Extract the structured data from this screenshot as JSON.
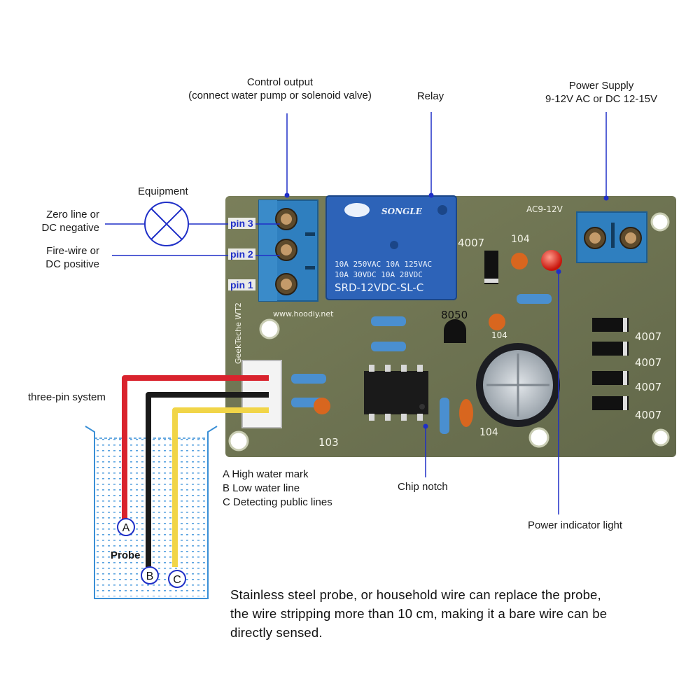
{
  "callouts": {
    "control_output_line1": "Control output",
    "control_output_line2": "(connect water pump or solenoid valve)",
    "relay": "Relay",
    "power_supply_line1": "Power Supply",
    "power_supply_line2": "9-12V AC or DC 12-15V",
    "equipment": "Equipment",
    "zero_line_1": "Zero line or",
    "zero_line_2": "DC negative",
    "fire_wire_1": "Fire-wire or",
    "fire_wire_2": "DC positive",
    "three_pin": "three-pin system",
    "chip_notch": "Chip notch",
    "power_indicator": "Power indicator light",
    "probe": "Probe"
  },
  "pins": [
    "pin 3",
    "pin 2",
    "pin 1"
  ],
  "legend": [
    "A High water mark",
    "B Low water line",
    "C Detecting public lines"
  ],
  "probe_letters": [
    "A",
    "B",
    "C"
  ],
  "board_text": {
    "relay_brand": "SONGLE",
    "relay_rating_1": "10A 250VAC  10A 125VAC",
    "relay_rating_2": "10A  30VDC  10A  28VDC",
    "relay_model": "SRD-12VDC-SL-C",
    "power_label": "AC9-12V",
    "website": "www.hoodiy.net",
    "vendor_vertical": "GeekTeche WT2",
    "transistor": "8050",
    "cap_103": "103",
    "cap_104_a": "104",
    "cap_104_b": "104",
    "cap_104_c": "104",
    "diode_4007_top": "4007",
    "diode_4007_1": "4007",
    "diode_4007_2": "4007",
    "diode_4007_3": "4007",
    "diode_4007_4": "4007"
  },
  "note": {
    "line1": "Stainless steel probe, or household wire can replace the probe,",
    "line2": "the wire stripping more than 10 cm, making it a bare wire can be",
    "line3": "directly sensed."
  },
  "colors": {
    "pcb": "#6f7550",
    "terminal_blue": "#2f7fbf",
    "relay_blue": "#2d63b8",
    "callout_line": "#1f2fc7",
    "wire_red": "#d9232d",
    "wire_black": "#1a1a1a",
    "wire_yellow": "#f1d548",
    "beaker_blue": "#3a8fd6"
  }
}
